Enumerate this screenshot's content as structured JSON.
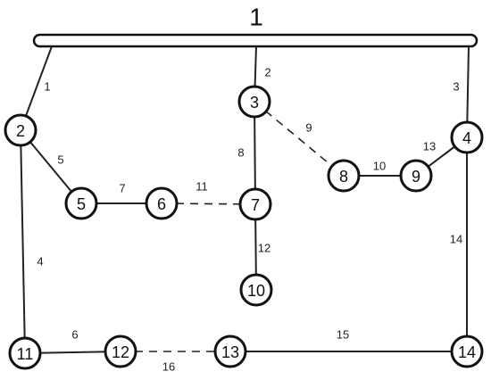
{
  "bus": {
    "label": "1"
  },
  "nodes": [
    "2",
    "3",
    "4",
    "5",
    "6",
    "7",
    "8",
    "9",
    "10",
    "11",
    "12",
    "13",
    "14"
  ],
  "edges": [
    {
      "label": "1",
      "from": "bus",
      "to": "2",
      "style": "solid"
    },
    {
      "label": "2",
      "from": "bus",
      "to": "3",
      "style": "solid"
    },
    {
      "label": "3",
      "from": "bus",
      "to": "4",
      "style": "solid"
    },
    {
      "label": "4",
      "from": "2",
      "to": "11",
      "style": "solid"
    },
    {
      "label": "5",
      "from": "2",
      "to": "5",
      "style": "solid"
    },
    {
      "label": "6",
      "from": "11",
      "to": "12",
      "style": "solid"
    },
    {
      "label": "7",
      "from": "5",
      "to": "6",
      "style": "solid"
    },
    {
      "label": "8",
      "from": "3",
      "to": "7",
      "style": "solid"
    },
    {
      "label": "9",
      "from": "3",
      "to": "8",
      "style": "dashed"
    },
    {
      "label": "10",
      "from": "8",
      "to": "9",
      "style": "solid"
    },
    {
      "label": "11",
      "from": "6",
      "to": "7",
      "style": "dashed"
    },
    {
      "label": "12",
      "from": "7",
      "to": "10",
      "style": "solid"
    },
    {
      "label": "13",
      "from": "9",
      "to": "4",
      "style": "solid"
    },
    {
      "label": "14",
      "from": "4",
      "to": "14",
      "style": "solid"
    },
    {
      "label": "15",
      "from": "13",
      "to": "14",
      "style": "solid"
    },
    {
      "label": "16",
      "from": "12",
      "to": "13",
      "style": "dashed"
    }
  ]
}
